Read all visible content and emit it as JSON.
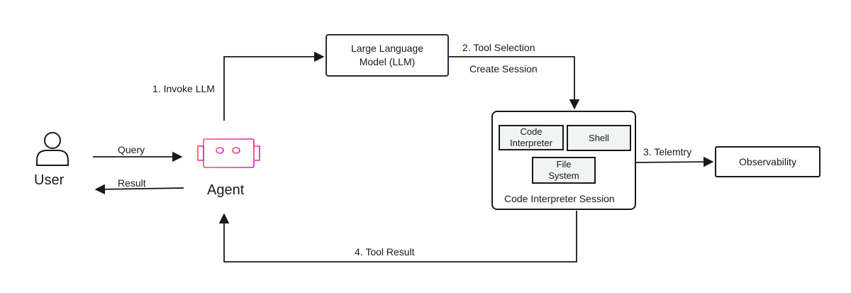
{
  "nodes": {
    "user_label": "User",
    "agent_label": "Agent",
    "llm_label": "Large Language Model (LLM)",
    "session_label": "Code Interpreter Session",
    "code_interpreter_label": "Code Interpreter",
    "shell_label": "Shell",
    "file_system_label": "File System",
    "observability_label": "Observability"
  },
  "edges": {
    "query": "Query",
    "result": "Result",
    "invoke_llm": "1. Invoke LLM",
    "tool_selection": "2. Tool Selection",
    "create_session": "Create Session",
    "telemetry": "3. Telemtry",
    "tool_result": "4. Tool Result"
  },
  "colors": {
    "line": "#16191f",
    "agent_gradient_start": "#ff4f5e",
    "agent_gradient_end": "#c925d1",
    "inner_box_fill": "#f2f3f3"
  },
  "icons": {
    "user": "person-icon",
    "agent": "robot-icon"
  }
}
